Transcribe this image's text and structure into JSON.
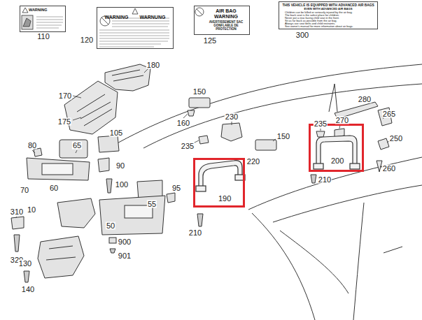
{
  "diagram": {
    "nodes": [
      {
        "text": [
          "WARNING"
        ]
      },
      {
        "text": [
          "WARNING",
          "WARNUNG"
        ]
      },
      {
        "text": [
          "AIR BAG WARNING",
          "AVERTISSEMENT SAC GONFLABLE DE PROTECTION"
        ]
      },
      {
        "text": [
          "THIS VEHICLE IS EQUIPPED WITH ADVANCED AIR BAGS",
          "EVEN WITH ADVANCED AIR BAGS",
          "Children can be killed or seriously injured by the air bag.",
          "The back seat is the safest place for children.",
          "Never put a rear-facing child seat in the front.",
          "Sit as far back as possible from the air bag.",
          "Always use seat belts and child restraints.",
          "See owner's manual for more information about air bags."
        ]
      },
      {
        "text": [
          "190"
        ]
      },
      {
        "text": [
          "200"
        ]
      }
    ],
    "labels": [
      "110",
      "120",
      "125",
      "300",
      "180",
      "170",
      "175",
      "150",
      "160",
      "230",
      "150",
      "280",
      "265",
      "235",
      "270",
      "250",
      "235",
      "220",
      "260",
      "210",
      "210",
      "80",
      "65",
      "105",
      "90",
      "70",
      "60",
      "100",
      "95",
      "55",
      "10",
      "50",
      "310",
      "320",
      "900",
      "901",
      "130",
      "140"
    ]
  }
}
